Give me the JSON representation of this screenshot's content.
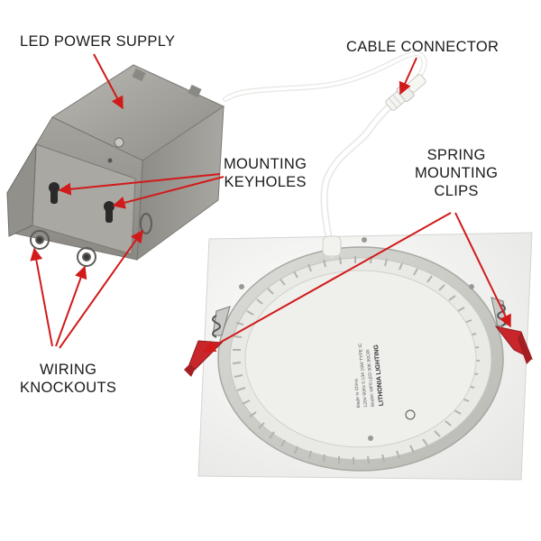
{
  "labels": {
    "led_power_supply": "LED POWER SUPPLY",
    "cable_connector": "CABLE CONNECTOR",
    "mounting_keyholes": [
      "MOUNTING",
      "KEYHOLES"
    ],
    "spring_mounting_clips": [
      "SPRING",
      "MOUNTING",
      "CLIPS"
    ],
    "wiring_knockouts": [
      "WIRING",
      "KNOCKOUTS"
    ]
  },
  "product_label": {
    "brand": "LITHONIA LIGHTING",
    "lines": [
      "Model: WF6 LED 30K 90CRI",
      "120V 60Hz 0.13A 15W TYPE IC",
      "Made in China"
    ]
  },
  "colors": {
    "annotation_arrow": "#d11a1a",
    "housing": "#9c9a95",
    "fixture": "#f4f4f2",
    "clip": "#c8262b"
  }
}
